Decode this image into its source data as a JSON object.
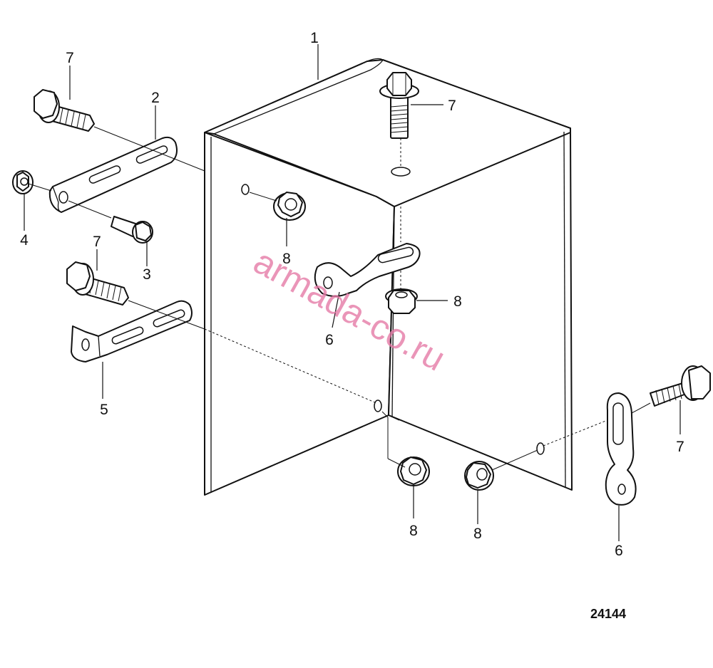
{
  "diagram": {
    "reference_number": "24144",
    "watermark": "armada-co.ru",
    "callouts": [
      {
        "id": "c1",
        "label": "1"
      },
      {
        "id": "c2",
        "label": "2"
      },
      {
        "id": "c3",
        "label": "3"
      },
      {
        "id": "c4",
        "label": "4"
      },
      {
        "id": "c5",
        "label": "5"
      },
      {
        "id": "c6a",
        "label": "6"
      },
      {
        "id": "c6b",
        "label": "6"
      },
      {
        "id": "c7a",
        "label": "7"
      },
      {
        "id": "c7b",
        "label": "7"
      },
      {
        "id": "c7c",
        "label": "7"
      },
      {
        "id": "c7d",
        "label": "7"
      },
      {
        "id": "c8a",
        "label": "8"
      },
      {
        "id": "c8b",
        "label": "8"
      },
      {
        "id": "c8c",
        "label": "8"
      },
      {
        "id": "c8d",
        "label": "8"
      }
    ]
  }
}
